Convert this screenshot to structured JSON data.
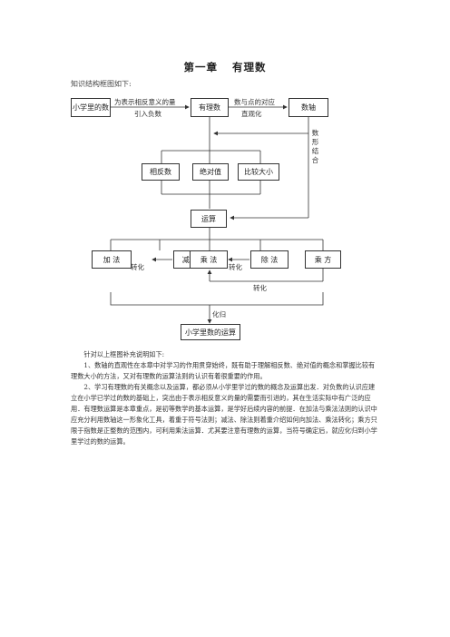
{
  "title": {
    "chapter": "第一章",
    "name": "有理数"
  },
  "intro": "知识结构框图如下:",
  "diagram": {
    "box_small_numbers": "小学里的数",
    "label_top1": "为表示相反意义的量",
    "label_top2": "引入负数",
    "box_rational": "有理数",
    "label_top3": "数与点的对应",
    "label_top4": "直观化",
    "box_axis": "数轴",
    "vertical_label": "数形结合",
    "box_opposite": "相反数",
    "box_abs": "绝对值",
    "box_compare": "比较大小",
    "box_operation": "运算",
    "box_add": "加 法",
    "box_sub": "减 法",
    "box_mul": "乘 法",
    "box_div": "除 法",
    "box_pow": "乘 方",
    "label_convert1": "转化",
    "label_convert2": "转化",
    "label_convert3": "转化",
    "label_reduce": "化归",
    "box_primary_ops": "小学里数的运算"
  },
  "notes": {
    "lead": "针对以上框图补充说明如下:",
    "p1": "1、数轴的直观性在本章中对学习的作用贯穿始终，既有助于理解相反数、绝对值的概念和掌握比较有理数大小的方法，又对有理数的运算法则的认识有着很重要的作用。",
    "p2": "2、学习有理数的有关概念以及运算，都必须从小学里学过的数的概念及运算出发．对负数的认识应建立在小学已学过的数的基础上，突出由于表示相反意义的量的需要而引进的，其在生活实际中有广泛的应用．有理数运算是本章重点，是初等数学的基本运算，是学好后续内容的前提．在加法与乘法法则的认识中应充分利用数轴这一形象化工具，着重于符号法则；减法、除法则着重介绍如何向加法、乘法转化；乘方只限于指数是正整数的范围内，可利用乘法运算．尤其要注意有理数的运算，当符号确定后，就应化归到小学里学过的数的运算。"
  }
}
